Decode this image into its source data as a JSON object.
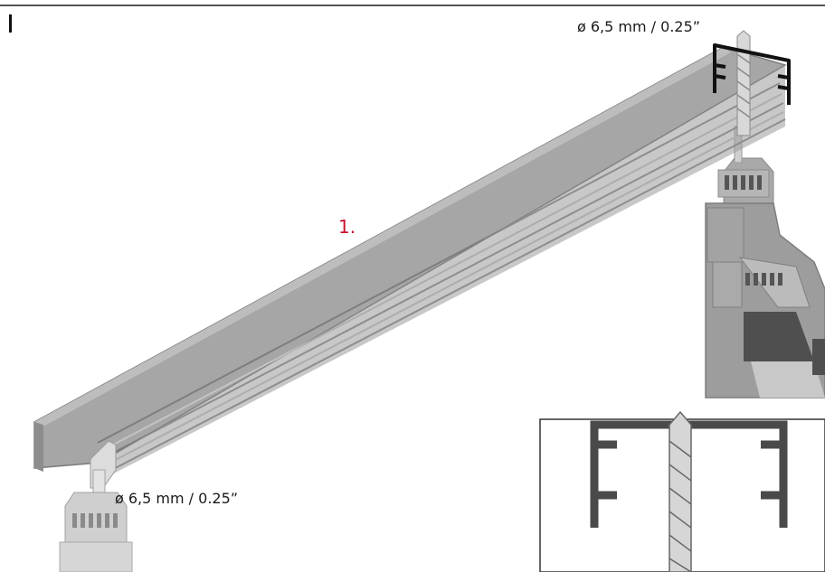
{
  "step": {
    "number": "1."
  },
  "drill_bit": {
    "top_label": "ø 6,5 mm / 0.25”",
    "bottom_label": "ø 6,5 mm / 0.25”"
  },
  "colors": {
    "accent": "#c8102e",
    "rail": "#a6a6a6",
    "rail_dark": "#8a8a8a",
    "drill": "#9a9a9a",
    "profile_detail": "#4a4a4a"
  }
}
